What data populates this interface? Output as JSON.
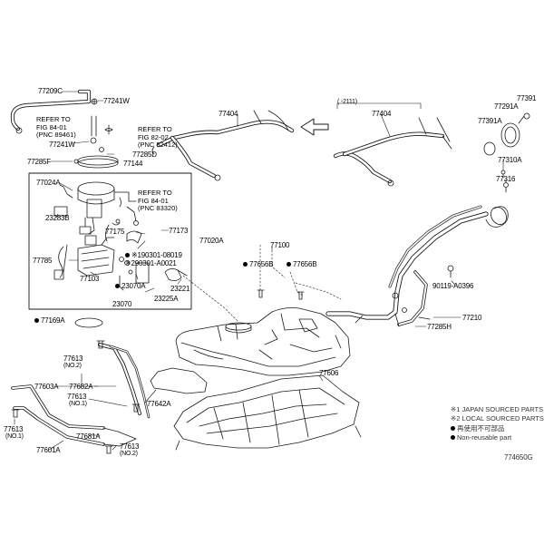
{
  "callouts": {
    "c77209C": "77209C",
    "c77241W_top": "77241W",
    "c77404_left": "77404",
    "c77404_right": "77404",
    "c2111": "(      -2111)",
    "c77391": "77391",
    "c77291A": "77291A",
    "c77391A": "77391A",
    "c77310A": "77310A",
    "c77316": "77316",
    "c77241W_mid": "77241W",
    "c77285D": "77285D",
    "c77285F": "77285F",
    "c77144": "77144",
    "c77024A": "77024A",
    "c23283B": "23283B",
    "c77175": "77175",
    "c77173": "77173",
    "c77020A": "77020A",
    "c77785": "77785",
    "c77103": "77103",
    "c90301_08019": "90301-08019",
    "c90301_A0021": "90301-A0021",
    "c23070A": "23070A",
    "c23070": "23070",
    "c23221": "23221",
    "c23225A": "23225A",
    "c77100": "77100",
    "c77656B_left": "77656B",
    "c77656B_right": "77656B",
    "c90119": "90119-A0396",
    "c77210": "77210",
    "c77285H": "77285H",
    "c77169A": "77169A",
    "c77613_top": "77613",
    "c77613_top_sub": "(NO.2)",
    "c77603A": "77603A",
    "c77682A": "77682A",
    "c77613_mid": "77613",
    "c77613_mid_sub": "(NO.1)",
    "c77642A": "77642A",
    "c77606": "77606",
    "c77613_left": "77613",
    "c77613_left_sub": "(NO.1)",
    "c77681A": "77681A",
    "c77601A": "77601A",
    "c77613_bot": "77613",
    "c77613_bot_sub": "(NO.2)"
  },
  "refer_notes": {
    "note_89461": "REFER TO\nFIG 84-01\n(PNC 89461)",
    "note_82412": "REFER TO\nFIG 82-02\n(PNC 82412)",
    "note_83320": "REFER TO\nFIG 84-01\n(PNC 83320)"
  },
  "marks": {
    "star1": "※1",
    "star2": "※2"
  },
  "legend": {
    "japan": "※1 JAPAN SOURCED PARTS",
    "local": "※2 LOCAL SOURCED PARTS",
    "jp_non_reusable": "再使用不可部品",
    "non_reusable": "Non-reusable part"
  },
  "figure_code": "774650G"
}
